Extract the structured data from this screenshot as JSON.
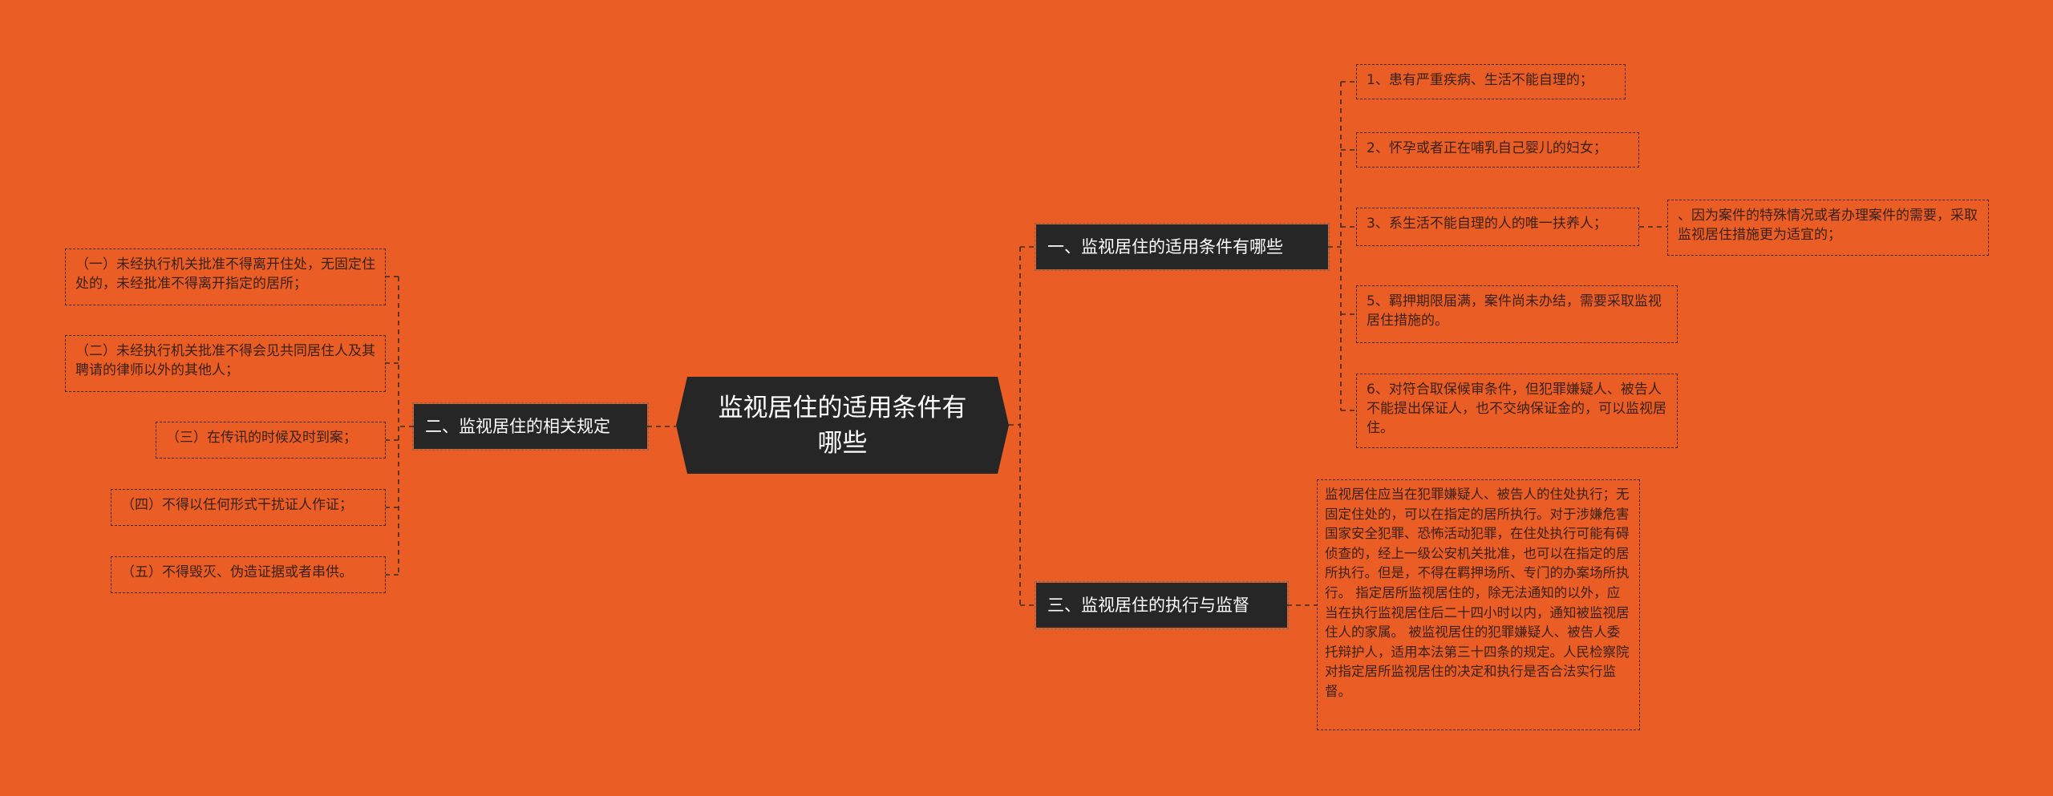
{
  "diagram": {
    "root": {
      "label": "监视居住的适用条件有哪些"
    },
    "branches": [
      {
        "label": "一、监视居住的适用条件有哪些",
        "items": [
          {
            "text": "1、患有严重疾病、生活不能自理的；"
          },
          {
            "text": "2、怀孕或者正在哺乳自己婴儿的妇女；"
          },
          {
            "text": "3、系生活不能自理的人的唯一扶养人；",
            "children": [
              {
                "text": "、因为案件的特殊情况或者办理案件的需要，采取监视居住措施更为适宜的；"
              }
            ]
          },
          {
            "text": "5、羁押期限届满，案件尚未办结，需要采取监视居住措施的。"
          },
          {
            "text": "6、对符合取保候审条件，但犯罪嫌疑人、被告人不能提出保证人，也不交纳保证金的，可以监视居住。"
          }
        ]
      },
      {
        "label": "二、监视居住的相关规定",
        "items": [
          {
            "text": "（一）未经执行机关批准不得离开住处，无固定住处的，未经批准不得离开指定的居所；"
          },
          {
            "text": "（二）未经执行机关批准不得会见共同居住人及其聘请的律师以外的其他人；"
          },
          {
            "text": "（三）在传讯的时候及时到案；"
          },
          {
            "text": "（四）不得以任何形式干扰证人作证；"
          },
          {
            "text": "（五）不得毁灭、伪造证据或者串供。"
          }
        ]
      },
      {
        "label": "三、监视居住的执行与监督",
        "items": [
          {
            "text": "监视居住应当在犯罪嫌疑人、被告人的住处执行；无固定住处的，可以在指定的居所执行。对于涉嫌危害国家安全犯罪、恐怖活动犯罪，在住处执行可能有碍侦查的，经上一级公安机关批准，也可以在指定的居所执行。但是，不得在羁押场所、专门的办案场所执行。 指定居所监视居住的，除无法通知的以外，应当在执行监视居住后二十四小时以内，通知被监视居住人的家属。 被监视居住的犯罪嫌疑人、被告人委托辩护人，适用本法第三十四条的规定。人民检察院对指定居所监视居住的决定和执行是否合法实行监督。"
          }
        ]
      }
    ]
  }
}
